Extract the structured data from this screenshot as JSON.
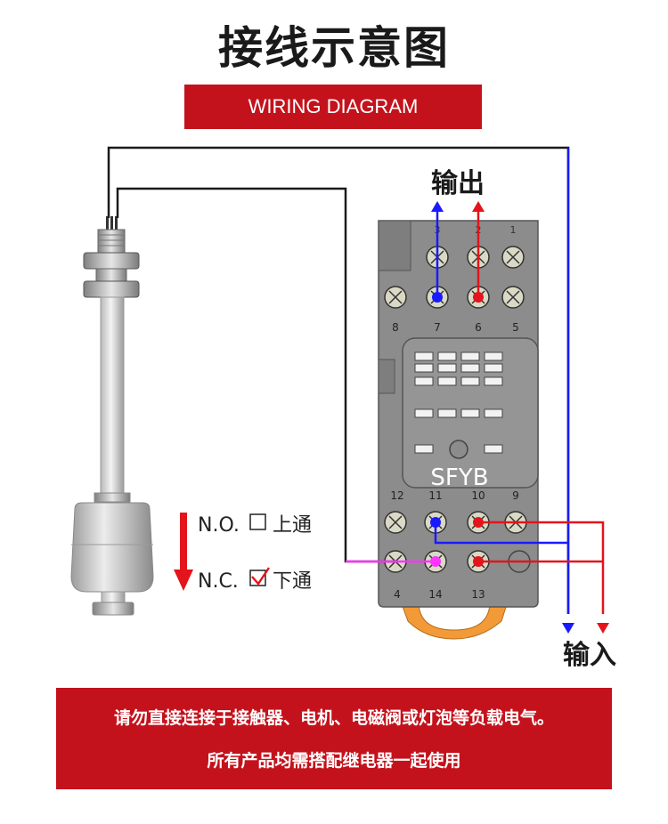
{
  "title": "接线示意图",
  "subtitle": "WIRING DIAGRAM",
  "labels": {
    "output": "输出",
    "input": "输入",
    "no": "N.O.",
    "no_desc": "上通",
    "nc": "N.C.",
    "nc_desc": "下通",
    "brand": "SFYB"
  },
  "terminals": {
    "top_row": [
      "8",
      "7",
      "6",
      "5"
    ],
    "top_numbers": [
      "3",
      "2",
      "1"
    ],
    "mid_row": [
      "12",
      "11",
      "10",
      "9"
    ],
    "bottom_row": [
      "4",
      "14",
      "13"
    ]
  },
  "notice": {
    "line1": "请勿直接连接于接触器、电机、电磁阀或灯泡等负载电气。",
    "line2": "所有产品均需搭配继电器一起使用"
  },
  "colors": {
    "accent": "#c4121c",
    "wire_blue": "#1a1aff",
    "wire_red": "#e3141b",
    "wire_magenta": "#ff33ff",
    "socket_gray": "#8a8a8a",
    "clip_orange": "#f29a38"
  }
}
